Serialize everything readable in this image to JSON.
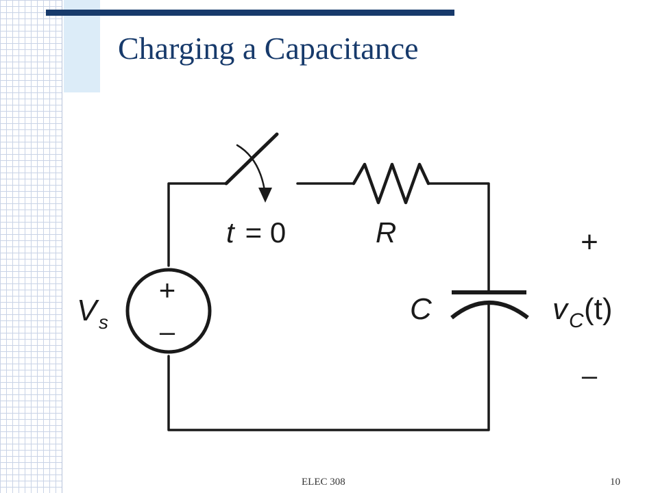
{
  "slide": {
    "title": "Charging a Capacitance",
    "footer_course": "ELEC 308",
    "page_number": "10"
  },
  "colors": {
    "title_color": "#173a6b",
    "accent_bar": "#173a6b",
    "grid_color": "#c9d3e6",
    "block_color": "#dcecf8",
    "wire_color": "#1a1a1a"
  },
  "diagram": {
    "source_label_main": "V",
    "source_label_sub": "s",
    "source_plus": "+",
    "source_minus": "–",
    "switch_label_var": "t",
    "switch_label_rest": " = 0",
    "resistor_label": "R",
    "capacitor_label": "C",
    "vc_var": "v",
    "vc_sub": "C",
    "vc_args": "(t)",
    "vc_plus": "+",
    "vc_minus": "–"
  }
}
